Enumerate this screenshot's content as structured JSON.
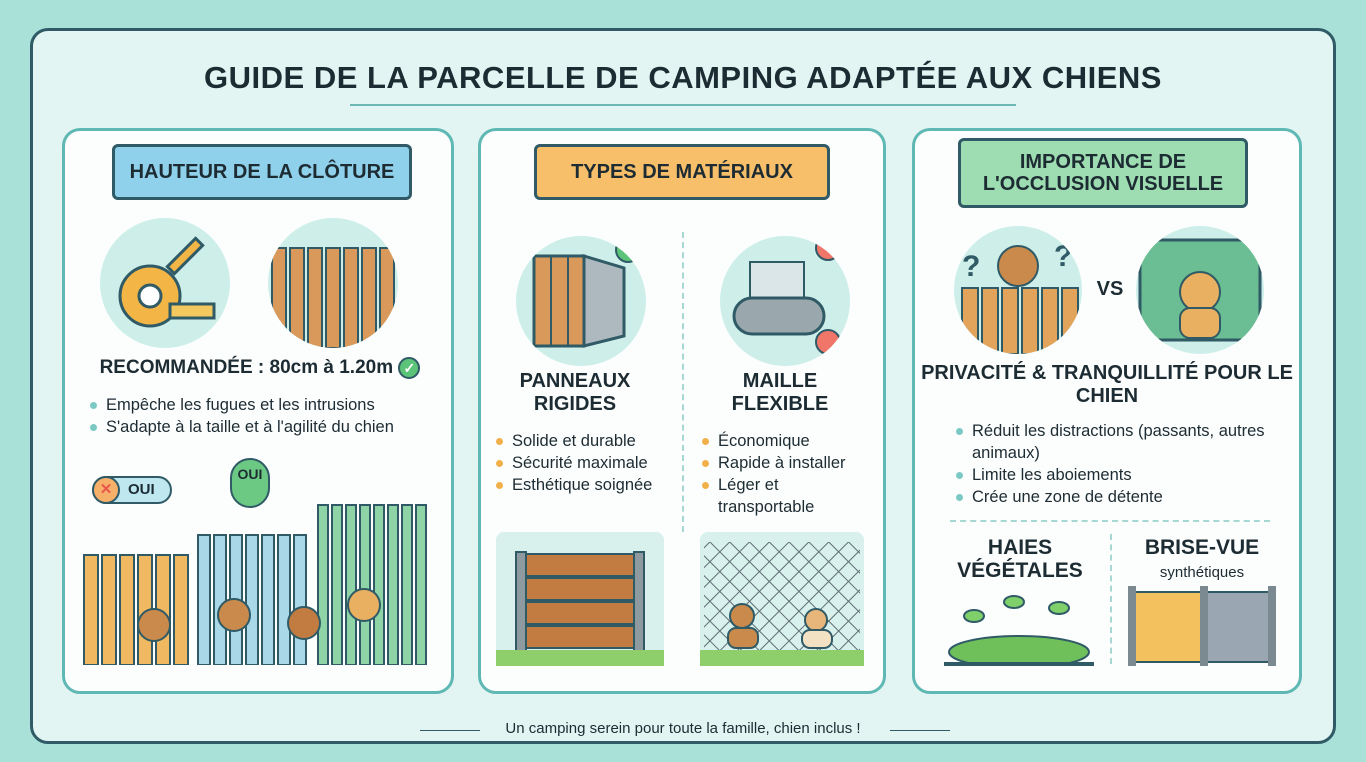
{
  "title": "GUIDE DE LA PARCELLE DE CAMPING ADAPTÉE AUX CHIENS",
  "colors": {
    "teal": "#5fb8b3",
    "blue_ribbon": "#8fd0ea",
    "orange_ribbon": "#f8bf6a",
    "green_ribbon": "#9edcb2",
    "wood": "#e2a35a",
    "check": "#5cc479",
    "cross": "#e9574c"
  },
  "panels": [
    {
      "heading": "HAUTEUR DE LA CLÔTURE",
      "subtitle": "RECOMMANDÉE : 80cm à 1.20m",
      "bullets": [
        "Empêche les fugues et les intrusions",
        "S'adapte à la taille et à l'agilité du chien"
      ],
      "badges": {
        "no": "OUI",
        "yes": "OUI"
      },
      "icons": [
        "tape-measure-icon",
        "pencil-icon",
        "fence-dogs-icon",
        "check-icon"
      ]
    },
    {
      "heading": "TYPES DE MATÉRIAUX",
      "left": {
        "title": "PANNEAUX RIGIDES",
        "bullets": [
          "Solide et durable",
          "Sécurité maximale",
          "Esthétique soignée"
        ]
      },
      "right": {
        "title": "MAILLE FLEXIBLE",
        "bullets": [
          "Économique",
          "Rapide à installer",
          "Léger et transportable"
        ]
      }
    },
    {
      "heading": "IMPORTANCE DE L'OCCLUSION VISUELLE",
      "vs": "VS",
      "subtitle": "PRIVACITÉ & TRANQUILLITÉ POUR LE CHIEN",
      "bullets": [
        "Réduit les distractions (passants, autres animaux)",
        "Limite les aboiements",
        "Crée une zone de détente"
      ],
      "left": {
        "title": "HAIES VÉGÉTALES"
      },
      "right": {
        "title": "BRISE-VUE",
        "sub": "synthétiques"
      }
    }
  ],
  "footer": "Un camping serein pour toute la famille, chien inclus !"
}
